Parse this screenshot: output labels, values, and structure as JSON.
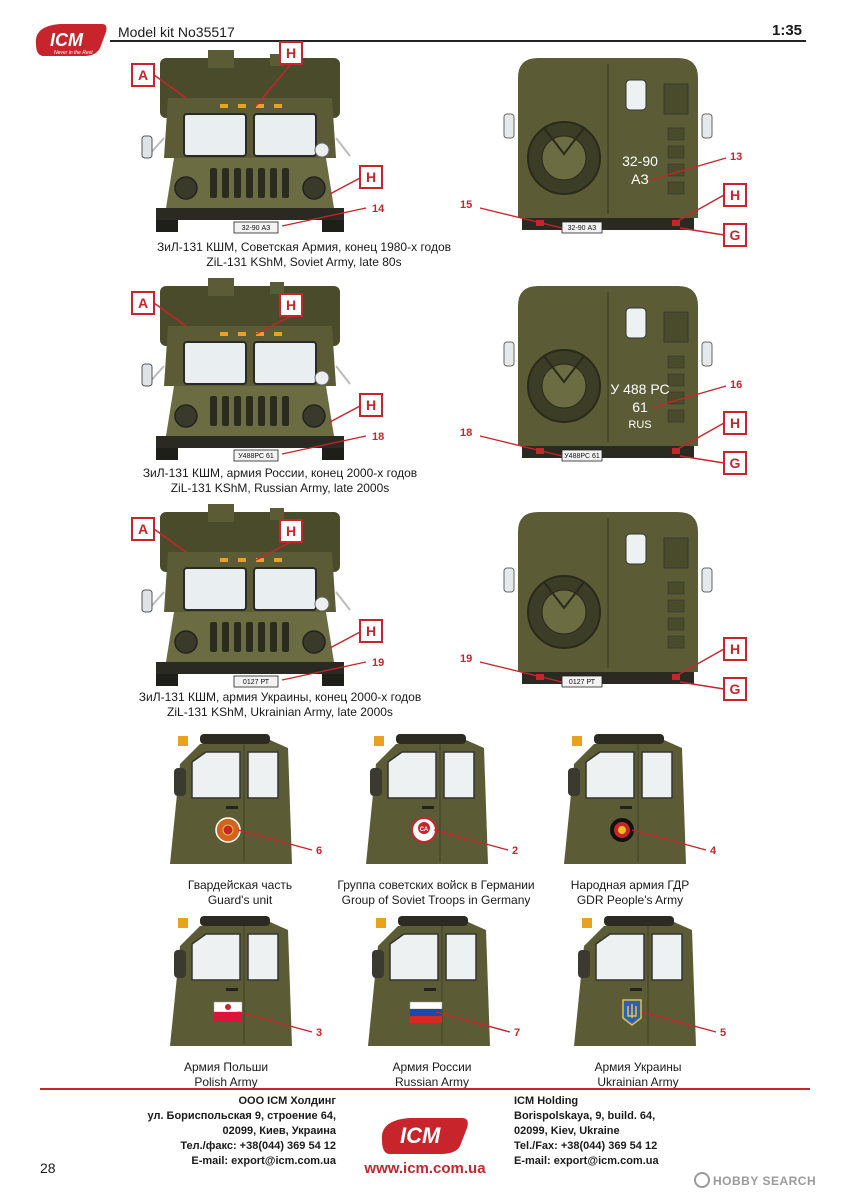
{
  "header": {
    "logo_text": "ICM",
    "logo_slogan": "Never in the Rest",
    "model": "Model kit No35517",
    "scale": "1:35"
  },
  "variants": [
    {
      "caption_ru": "ЗиЛ-131 КШМ, Советская Армия, конец 1980-х годов",
      "caption_en": "ZiL-131 KShM, Soviet Army, late 80s",
      "front_plate": "32-90 АЗ",
      "front_plate_callout": "14",
      "rear_number_line1": "32-90",
      "rear_number_line2": "АЗ",
      "rear_number_callout": "13",
      "rear_plate": "32-90 АЗ",
      "rear_plate_callout": "15"
    },
    {
      "caption_ru": "ЗиЛ-131 КШМ, армия России, конец 2000-х годов",
      "caption_en": "ZiL-131 KShM, Russian Army, late 2000s",
      "front_plate": "У488РС 61",
      "front_plate_callout": "18",
      "rear_number_line1": "У 488 РС",
      "rear_number_line2": "61",
      "rear_number_line3": "RUS",
      "rear_number_callout": "16",
      "rear_plate": "У488РС 61",
      "rear_plate_callout": "18"
    },
    {
      "caption_ru": "ЗиЛ-131 КШМ,  армия Украины, конец 2000-х годов",
      "caption_en": "ZiL-131 KShM, Ukrainian Army, late 2000s",
      "front_plate": "0127 РТ",
      "front_plate_callout": "19",
      "rear_plate": "0127 РТ",
      "rear_plate_callout": "19"
    }
  ],
  "part_tags": {
    "a": "A",
    "h": "H",
    "g": "G"
  },
  "cabs": [
    {
      "caption_ru": "Гвардейская часть",
      "caption_en": "Guard's unit",
      "callout": "6",
      "emblem": "guards-badge"
    },
    {
      "caption_ru": "Группа советских войск в Германии",
      "caption_en": "Group of Soviet Troops in Germany",
      "callout": "2",
      "emblem": "gsvg-badge",
      "emblem_text": "СА"
    },
    {
      "caption_ru": "Народная армия ГДР",
      "caption_en": "GDR People's Army",
      "callout": "4",
      "emblem": "gdr-roundel"
    },
    {
      "caption_ru": "Армия Польши",
      "caption_en": "Polish Army",
      "callout": "3",
      "emblem": "polish-flag"
    },
    {
      "caption_ru": "Армия России",
      "caption_en": "Russian Army",
      "callout": "7",
      "emblem": "russian-flag"
    },
    {
      "caption_ru": "Армия Украины",
      "caption_en": "Ukrainian Army",
      "callout": "5",
      "emblem": "ukrainian-trident"
    }
  ],
  "footer": {
    "ru": {
      "company": "ООО ICM Холдинг",
      "address1": "ул. Бориспольская 9, строение 64,",
      "address2": "02099, Киев, Украина",
      "phone": "Тел./факс: +38(044) 369 54 12",
      "email": "E-mail: export@icm.com.ua"
    },
    "en": {
      "company": "ICM Holding",
      "address1": "Borispolskaya, 9, build. 64,",
      "address2": "02099, Kiev, Ukraine",
      "phone": "Tel./Fax: +38(044) 369 54 12",
      "email": "E-mail: export@icm.com.ua"
    },
    "website": "www.icm.com.ua",
    "page_number": "28",
    "watermark": "HOBBY SEARCH"
  },
  "colors": {
    "olive": "#5b5c36",
    "accent_red": "#c8242b"
  }
}
